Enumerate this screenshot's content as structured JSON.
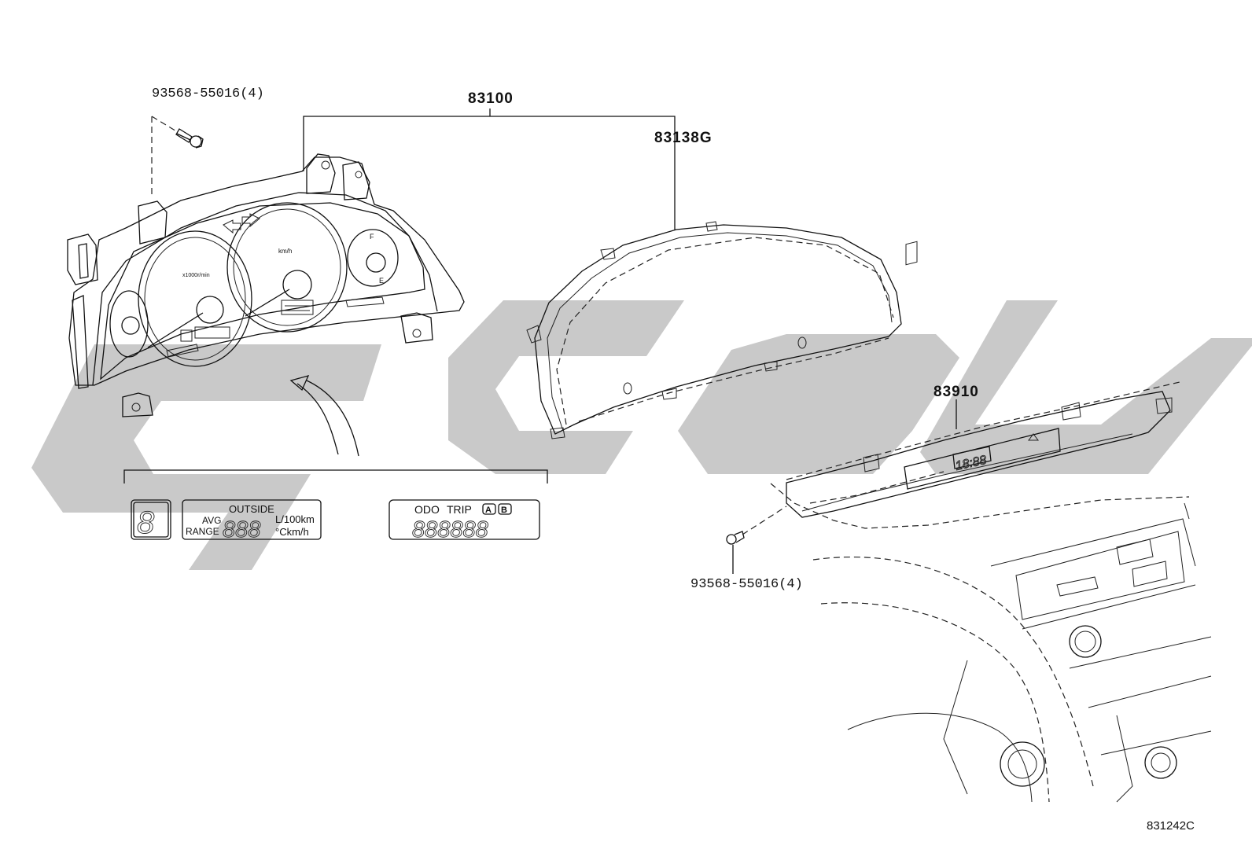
{
  "labels": {
    "screw_top": "93568-55016(4)",
    "meter_assy": "83100",
    "glass": "83138G",
    "clock": "83910",
    "screw_bottom": "93568-55016(4)"
  },
  "displays": {
    "gear": "8",
    "outside": "OUTSIDE",
    "avg": "AVG",
    "range": "RANGE",
    "digits_mid": "888",
    "unit_l100": "L/100km",
    "unit_kmh": "°Ckm/h",
    "odo": "ODO",
    "trip": "TRIP",
    "badge_a": "A",
    "badge_b": "B",
    "digits_odo": "888888",
    "clock_digits": "18:88"
  },
  "gauge_text": {
    "tach_unit": "x1000r/min",
    "speed_unit": "km/h",
    "fuel_f": "F",
    "fuel_e": "E"
  },
  "figure_code": "831242C",
  "colors": {
    "line": "#111111",
    "watermark": "#c9c9c9"
  }
}
